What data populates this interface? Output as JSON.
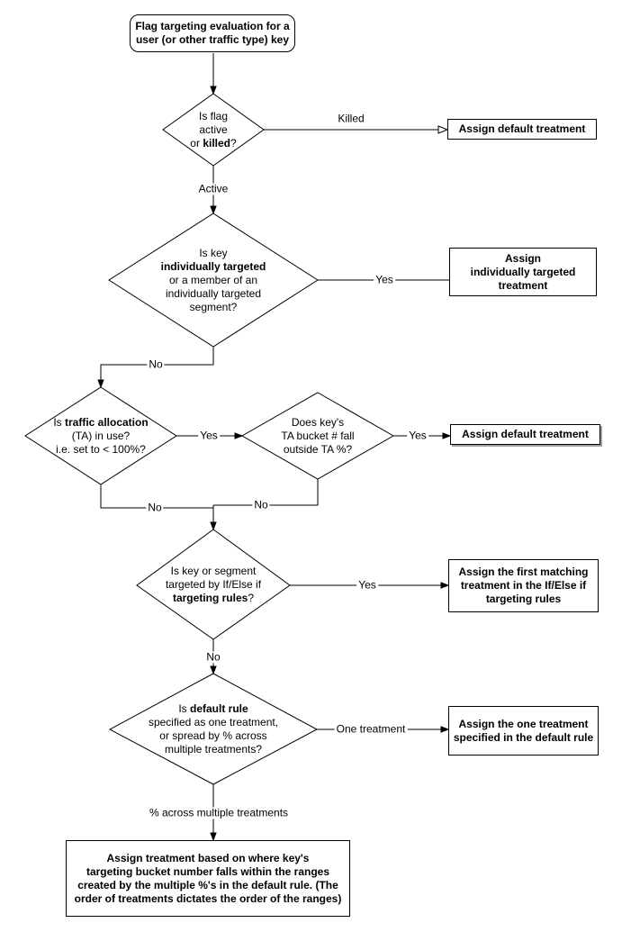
{
  "colors": {
    "stroke": "#000000",
    "node_fill": "#ffffff",
    "text": "#000000",
    "shadow": "#9e9e9e"
  },
  "start": {
    "text": "Flag targeting evaluation for a\nuser (or other traffic type) key"
  },
  "d1": {
    "l1": "Is flag",
    "l2": "active",
    "l3": {
      "pre": "or ",
      "b": "killed",
      "post": "?"
    }
  },
  "d2": {
    "l1": "Is key",
    "l2": {
      "pre": "",
      "b": "individually targeted",
      "post": ""
    },
    "l3": "or a member of an",
    "l4": "individually targeted",
    "l5": "segment?"
  },
  "d3": {
    "l1": {
      "pre": "Is ",
      "b": "traffic allocation",
      "post": ""
    },
    "l2": "(TA) in use?",
    "l3": "i.e. set to < 100%?"
  },
  "d4": {
    "l1": "Does key's",
    "l2": "TA bucket # fall",
    "l3": "outside TA %?"
  },
  "d5": {
    "l1": "Is key or segment",
    "l2": "targeted by If/Else if",
    "l3": {
      "pre": "",
      "b": "targeting rules",
      "post": "?"
    }
  },
  "d6": {
    "l1": {
      "pre": "Is ",
      "b": "default rule",
      "post": ""
    },
    "l2": "specified as one treatment,",
    "l3": "or spread by % across",
    "l4": "multiple treatments?"
  },
  "boxes": {
    "adt1": "Assign default treatment",
    "ait": "Assign\nindividually targeted\ntreatment",
    "adt2": "Assign default treatment",
    "afm": "Assign the first matching\ntreatment in the If/Else if\ntargeting rules",
    "aot": "Assign the one treatment\nspecified in the default rule",
    "final": "Assign treatment based on where key's\ntargeting bucket number falls within the ranges\ncreated by the multiple %'s in the default rule. (The\norder of treatments dictates the order of the ranges)"
  },
  "labels": {
    "killed": "Killed",
    "active": "Active",
    "yes": "Yes",
    "no": "No",
    "one_treatment": "One treatment",
    "pct": "% across multiple treatments"
  }
}
